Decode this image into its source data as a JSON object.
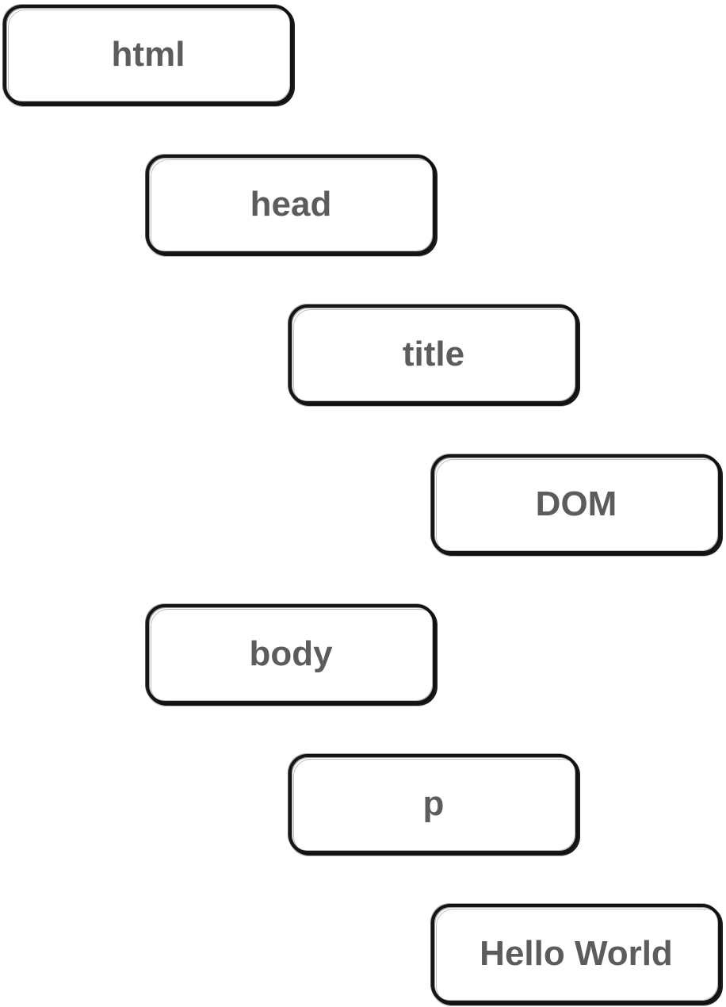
{
  "nodes": {
    "html": "html",
    "head": "head",
    "title": "title",
    "dom_text": "DOM",
    "body": "body",
    "p": "p",
    "hello_text": "Hello World"
  }
}
